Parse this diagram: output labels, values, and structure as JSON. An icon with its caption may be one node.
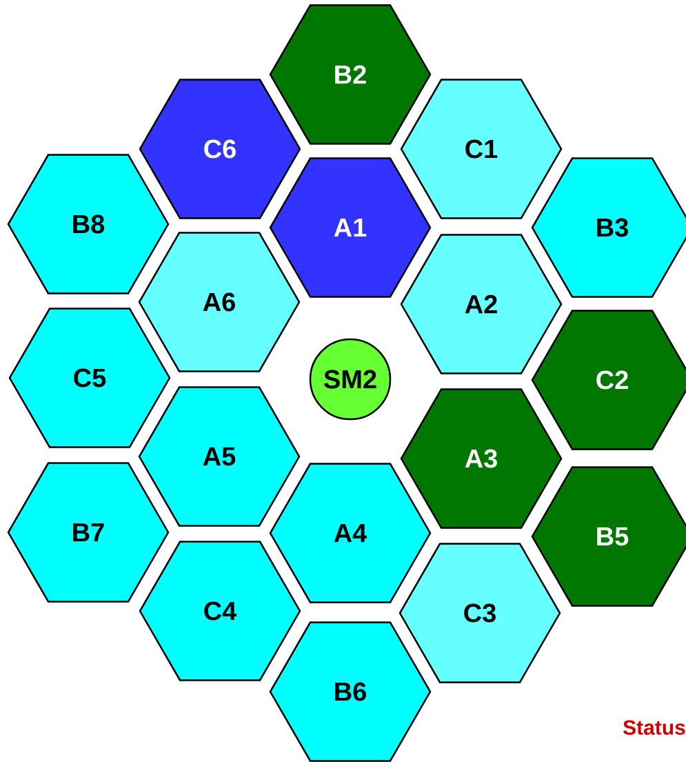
{
  "diagram": {
    "nodes": [
      {
        "text": [
          "B2"
        ]
      },
      {
        "text": [
          "C6"
        ]
      },
      {
        "text": [
          "C1"
        ]
      },
      {
        "text": [
          "B8"
        ]
      },
      {
        "text": [
          "A1"
        ]
      },
      {
        "text": [
          "B3"
        ]
      },
      {
        "text": [
          "A6"
        ]
      },
      {
        "text": [
          "A2"
        ]
      },
      {
        "text": [
          "C5"
        ]
      },
      {
        "text": [
          "SM2"
        ]
      },
      {
        "text": [
          "C2"
        ]
      },
      {
        "text": [
          "A5"
        ]
      },
      {
        "text": [
          "A3"
        ]
      },
      {
        "text": [
          "B7"
        ]
      },
      {
        "text": [
          "A4"
        ]
      },
      {
        "text": [
          "B5"
        ]
      },
      {
        "text": [
          "C4"
        ]
      },
      {
        "text": [
          "C3"
        ]
      },
      {
        "text": [
          "B6"
        ]
      }
    ],
    "labels": [
      "Status"
    ]
  }
}
